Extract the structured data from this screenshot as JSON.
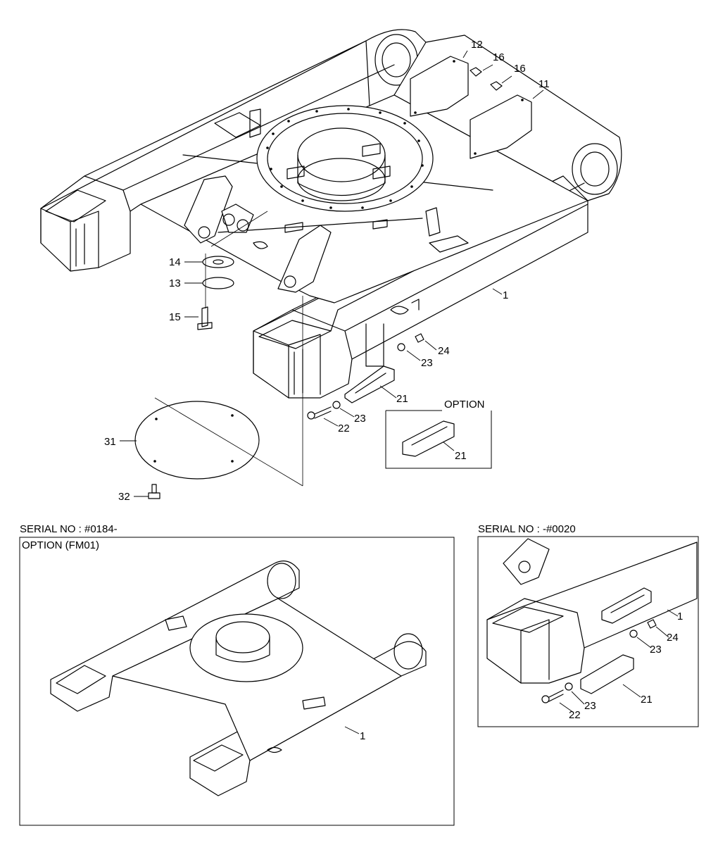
{
  "main_callouts": [
    "12",
    "16",
    "16",
    "11",
    "1",
    "14",
    "13",
    "15",
    "24",
    "23",
    "21",
    "23",
    "22",
    "31",
    "32"
  ],
  "option_box": {
    "title": "OPTION",
    "callouts": [
      "21"
    ]
  },
  "serial_left": {
    "header": "SERIAL NO : #0184-",
    "subheader": "OPTION (FM01)",
    "callouts": [
      "1"
    ]
  },
  "serial_right": {
    "header": "SERIAL NO : -#0020",
    "callouts": [
      "1",
      "24",
      "23",
      "21",
      "23",
      "22"
    ]
  }
}
